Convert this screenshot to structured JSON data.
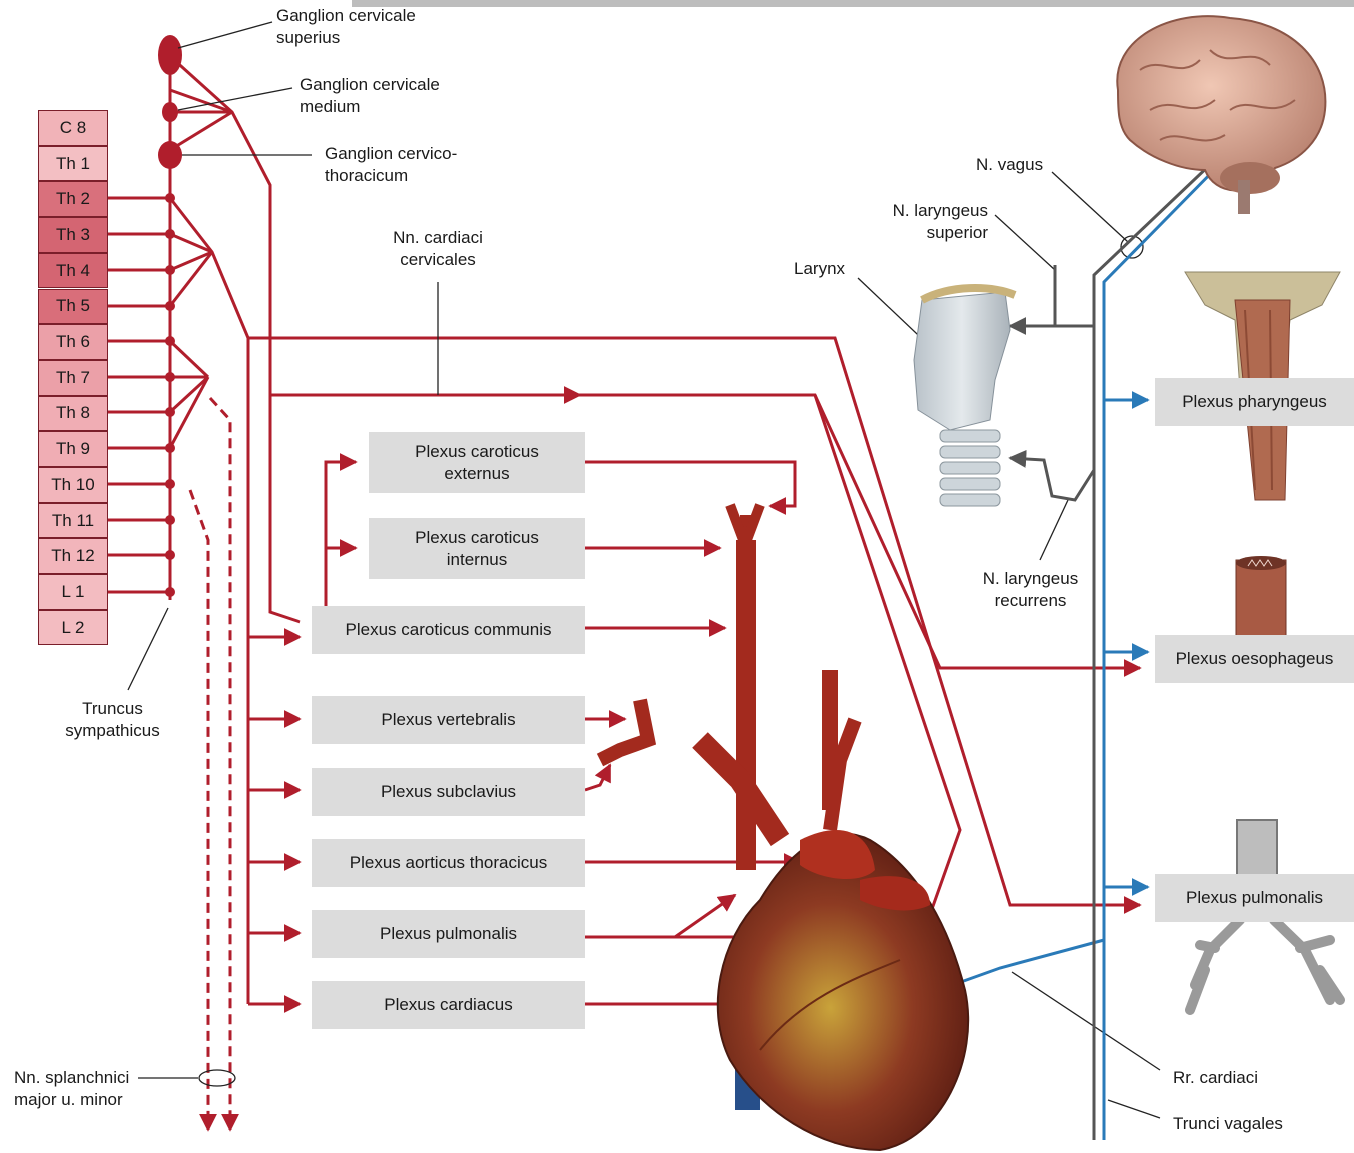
{
  "segments": [
    {
      "label": "C 8",
      "color": "#f1b3b8"
    },
    {
      "label": "Th 1",
      "color": "#f3bfc3"
    },
    {
      "label": "Th 2",
      "color": "#d9707c"
    },
    {
      "label": "Th 3",
      "color": "#d46572"
    },
    {
      "label": "Th 4",
      "color": "#d46572"
    },
    {
      "label": "Th 5",
      "color": "#d96e7a"
    },
    {
      "label": "Th 6",
      "color": "#eba0a8"
    },
    {
      "label": "Th 7",
      "color": "#eba0a8"
    },
    {
      "label": "Th 8",
      "color": "#f0adb4"
    },
    {
      "label": "Th 9",
      "color": "#f0adb4"
    },
    {
      "label": "Th 10",
      "color": "#f2b5bb"
    },
    {
      "label": "Th 11",
      "color": "#f2b5bb"
    },
    {
      "label": "Th 12",
      "color": "#f2b5bb"
    },
    {
      "label": "L 1",
      "color": "#f3bcc1"
    },
    {
      "label": "L 2",
      "color": "#f3bcc1"
    }
  ],
  "labels": {
    "ganglion_superius": "Ganglion cervicale\nsuperius",
    "ganglion_medium": "Ganglion cervicale\nmedium",
    "ganglion_cervicothoracicum": "Ganglion cervico-\nthoracicum",
    "nn_cardiaci_cervicales": "Nn. cardiaci\ncervicales",
    "truncus_sympathicus": "Truncus\nsympathicus",
    "nn_splanchnici": "Nn. splanchnici\nmajor u. minor",
    "n_vagus": "N. vagus",
    "n_laryngeus_superior": "N. laryngeus\nsuperior",
    "larynx": "Larynx",
    "n_laryngeus_recurrens": "N. laryngeus\nrecurrens",
    "rr_cardiaci": "Rr. cardiaci",
    "trunci_vagales": "Trunci vagales"
  },
  "plexus_boxes": {
    "caroticus_externus": "Plexus caroticus\nexternus",
    "caroticus_internus": "Plexus caroticus\ninternus",
    "caroticus_communis": "Plexus caroticus communis",
    "vertebralis": "Plexus vertebralis",
    "subclavius": "Plexus subclavius",
    "aorticus_thoracicus": "Plexus aorticus thoracicus",
    "pulmonalis_left": "Plexus pulmonalis",
    "cardiacus": "Plexus cardiacus",
    "pharyngeus": "Plexus pharyngeus",
    "oesophageus": "Plexus oesophageus",
    "pulmonalis_right": "Plexus pulmonalis"
  },
  "colors": {
    "sympathetic": "#b01e2c",
    "parasympathetic": "#2a7ab8",
    "laryngeal_branch": "#555555",
    "box_fill": "#dcdcdc"
  }
}
